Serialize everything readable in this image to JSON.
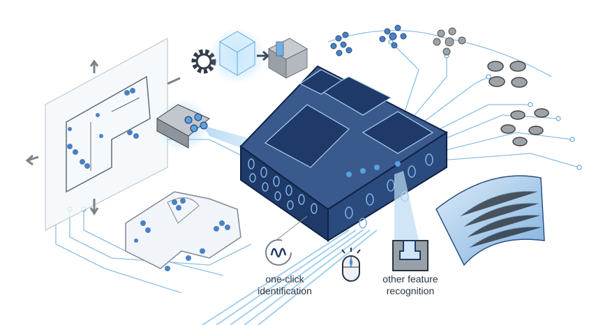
{
  "labels": {
    "one_click": [
      "one-click",
      "identification"
    ],
    "other_feature": [
      "other feature",
      "recognition"
    ]
  },
  "colors": {
    "navy": "#1f3a68",
    "navy_dark": "#14284d",
    "accent_blue": "#4a90d9",
    "light_blue": "#a9d3f2",
    "line_blue": "#7fb6e0",
    "gray": "#8c9096"
  }
}
